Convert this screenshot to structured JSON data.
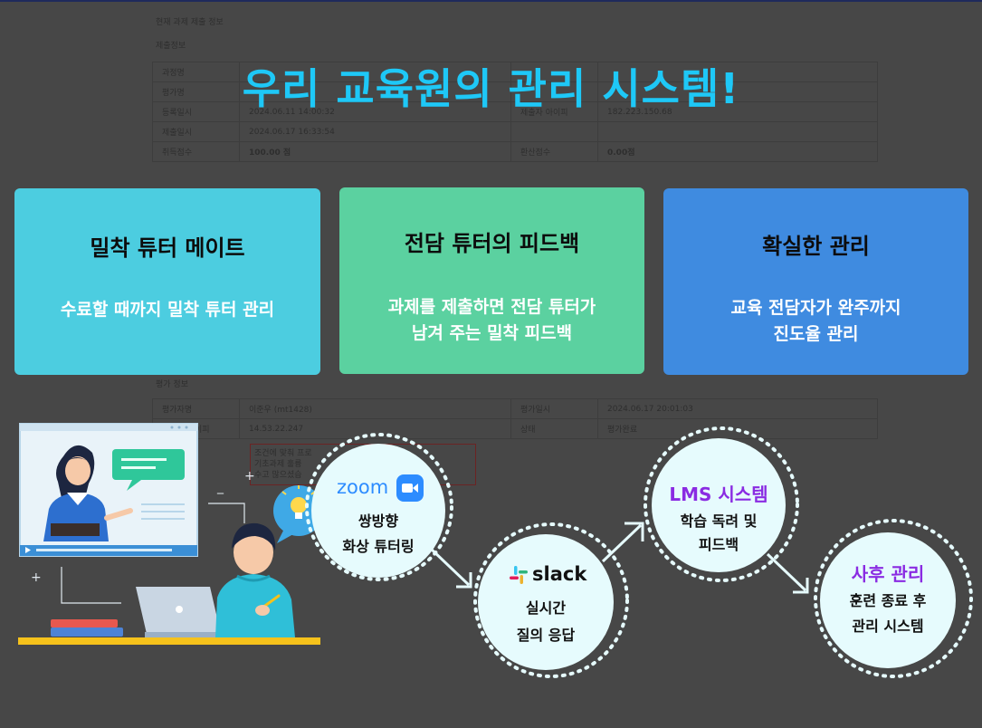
{
  "page": {
    "title": "우리 교육원의 관리 시스템!"
  },
  "background_doc": {
    "section1": "현재 과제 제출 정보",
    "section2": "제출정보",
    "rows": [
      {
        "label": "과정명",
        "value": "",
        "label2": "",
        "value2": ""
      },
      {
        "label": "평가명",
        "value": "",
        "label2": "",
        "value2": ""
      },
      {
        "label": "등록일시",
        "value": "2024.06.11 14:00:32",
        "label2": "제출자 아이피",
        "value2": "182.223.150.68"
      },
      {
        "label": "제출일시",
        "value": "2024.06.17 16:33:54",
        "label2": "",
        "value2": ""
      },
      {
        "label": "취득점수",
        "value": "100.00 점",
        "label2": "환산점수",
        "value2": "0.00점"
      }
    ],
    "section3": "평가 정보",
    "rows2": [
      {
        "label": "평가자명",
        "value": "이준우 (mt1428)",
        "label2": "평가일시",
        "value2": "2024.06.17 20:01:03"
      },
      {
        "label": "평가자 아이피",
        "value": "14.53.22.247",
        "label2": "상태",
        "value2": "평가완료"
      }
    ],
    "feedback_lines": [
      "조건에 맞춰 프로",
      "기초과제 훌륭",
      "수고 많으셨습"
    ]
  },
  "cards": [
    {
      "title": "밀착  튜터 메이트",
      "desc_lines": [
        "수료할 때까지 밀착 튜터 관리"
      ],
      "color": "#4ccde0"
    },
    {
      "title": "전담 튜터의 피드백",
      "desc_lines": [
        "과제를 제출하면 전담 튜터가",
        "남겨 주는 밀착 피드백"
      ],
      "color": "#5bd1a0"
    },
    {
      "title": "확실한 관리",
      "desc_lines": [
        "교육 전담자가  완주까지",
        "진도율 관리"
      ],
      "color": "#3f8be0"
    }
  ],
  "steps": [
    {
      "logo": "zoom",
      "icon": "zoom-camera-icon",
      "lines": [
        "쌍방향",
        "화상 튜터링"
      ]
    },
    {
      "logo": "slack",
      "icon": "slack-hash-icon",
      "lines": [
        "실시간",
        "질의 응답"
      ]
    },
    {
      "title": "LMS 시스템",
      "lines": [
        "학습 독려 및",
        "피드백"
      ]
    },
    {
      "title": "사후 관리",
      "lines": [
        "훈련 종료 후",
        "관리 시스템"
      ]
    }
  ],
  "colors": {
    "background": "#474747",
    "title": "#1ec8f7",
    "circle_fill": "#e6fbfd",
    "step_title": "#8a2be2",
    "zoom": "#2d8cff"
  }
}
